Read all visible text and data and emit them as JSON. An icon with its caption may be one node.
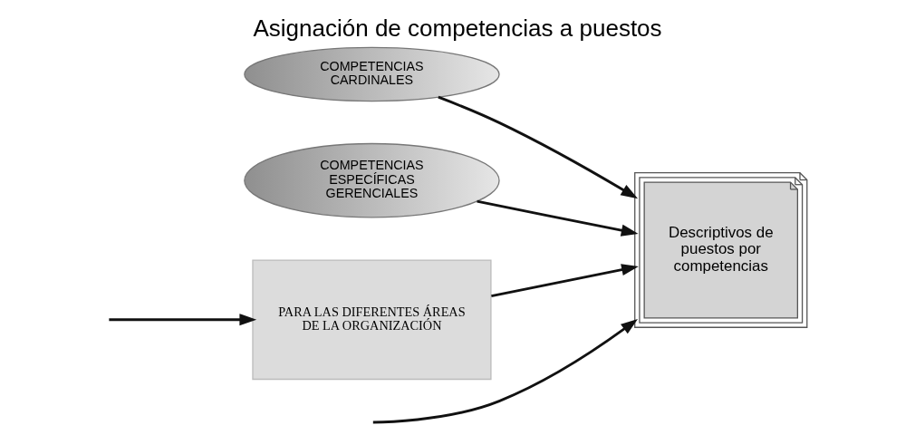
{
  "diagram": {
    "title": "Asignación de competencias a puestos",
    "nodes": [
      {
        "text": [
          "COMPETENCIAS CARDINALES"
        ]
      },
      {
        "text": [
          "COMPETENCIAS ESPECÍFICAS GERENCIALES"
        ]
      },
      {
        "text": [
          "Descriptivos de puestos por competencias"
        ]
      },
      {
        "text": [
          "PARA LAS DIFERENTES ÁREAS DE LA ORGANIZACIÓN"
        ]
      }
    ],
    "edges": [
      {
        "from": 0,
        "to": 2,
        "arrow": "to"
      },
      {
        "from": 1,
        "to": 2,
        "arrow": "to"
      },
      {
        "from": 3,
        "to": 2,
        "arrow": "to"
      },
      {
        "from": null,
        "to": 3,
        "arrow": "to"
      },
      {
        "from": null,
        "to": 2,
        "arrow": "to"
      }
    ]
  }
}
